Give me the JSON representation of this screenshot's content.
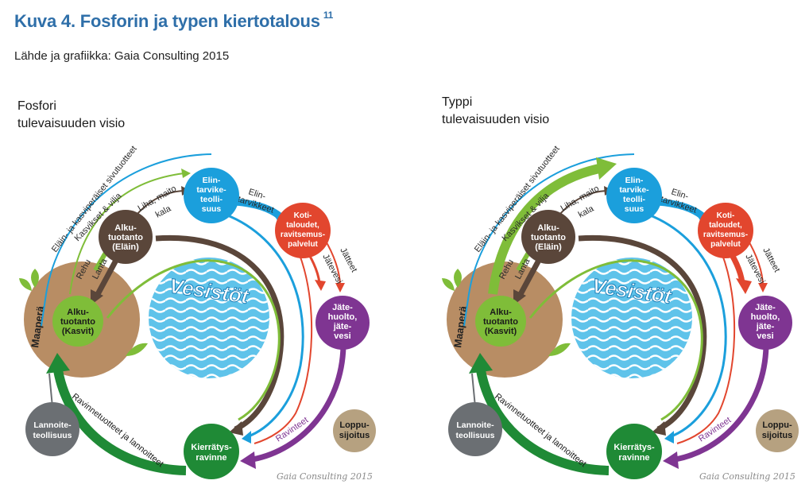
{
  "figure": {
    "title": "Kuva 4. Fosforin ja typen kiertotalous",
    "footnote": "11",
    "source": "Lähde ja grafiikka: Gaia Consulting 2015"
  },
  "colors": {
    "title": "#2f6fa9",
    "soil": "#b88d64",
    "water": "#5fc3ea",
    "elin": "#1b9fdc",
    "koti": "#e2462e",
    "jate": "#7f3592",
    "kierratys": "#1f8a36",
    "kasvit": "#7fbd39",
    "elain": "#5a463a",
    "lannoite": "#6b6f73",
    "loppu": "#b6a180",
    "leaf": "#7fbd39"
  },
  "diagrams": [
    {
      "label_line1": "Fosfori",
      "label_line2": "tulevaisuuden visio",
      "nodes": {
        "maapera": "Maaperä",
        "vesistot": "Vesistöt",
        "kasvit_l1": "Alku-",
        "kasvit_l2": "tuotanto",
        "kasvit_l3": "(Kasvit)",
        "elain_l1": "Alku-",
        "elain_l2": "tuotanto",
        "elain_l3": "(Eläin)",
        "elin_l1": "Elin-",
        "elin_l2": "tarvike-",
        "elin_l3": "teolli-",
        "elin_l4": "suus",
        "koti_l1": "Koti-",
        "koti_l2": "taloudet,",
        "koti_l3": "ravitsemus-",
        "koti_l4": "palvelut",
        "jate_l1": "Jäte-",
        "jate_l2": "huolto,",
        "jate_l3": "jäte-",
        "jate_l4": "vesi",
        "kierr_l1": "Kierrätys-",
        "kierr_l2": "ravinne",
        "lannoite_l1": "Lannoite-",
        "lannoite_l2": "teollisuus",
        "loppu_l1": "Loppu-",
        "loppu_l2": "sijoitus"
      },
      "flows": {
        "sivutuotteet": "Eläin- ja kasviperäiset sivutuotteet",
        "kasvikset": "Kasvikset & vilja",
        "liha": "Liha, maito",
        "kala": "kala",
        "elintarvikkeet_l1": "Elin-",
        "elintarvikkeet_l2": "tarvikkeet",
        "jatteet": "Jätteet",
        "jatevesi": "Jätevesi",
        "ravinteet": "Ravinteet",
        "rehu": "Rehu",
        "lanta": "Lanta",
        "ravinnetuotteet": "Ravinnetuotteet ja lannoitteet"
      },
      "credit": "Gaia Consulting 2015"
    },
    {
      "label_line1": "Typpi",
      "label_line2": "tulevaisuuden visio",
      "nodes": {
        "maapera": "Maaperä",
        "vesistot": "Vesistöt",
        "kasvit_l1": "Alku-",
        "kasvit_l2": "tuotanto",
        "kasvit_l3": "(Kasvit)",
        "elain_l1": "Alku-",
        "elain_l2": "tuotanto",
        "elain_l3": "(Eläin)",
        "elin_l1": "Elin-",
        "elin_l2": "tarvike-",
        "elin_l3": "teolli-",
        "elin_l4": "suus",
        "koti_l1": "Koti-",
        "koti_l2": "taloudet,",
        "koti_l3": "ravitsemus-",
        "koti_l4": "palvelut",
        "jate_l1": "Jäte-",
        "jate_l2": "huolto,",
        "jate_l3": "jäte-",
        "jate_l4": "vesi",
        "kierr_l1": "Kierrätys-",
        "kierr_l2": "ravinne",
        "lannoite_l1": "Lannoite-",
        "lannoite_l2": "teollisuus",
        "loppu_l1": "Loppu-",
        "loppu_l2": "sijoitus"
      },
      "flows": {
        "sivutuotteet": "Eläin- ja kasviperäiset sivutuotteet",
        "kasvikset": "Kasvikset & vilja",
        "liha": "Liha, maito",
        "kala": "kala",
        "elintarvikkeet_l1": "Elin-",
        "elintarvikkeet_l2": "tarvikkeet",
        "jatteet": "Jätteet",
        "jatevesi": "Jätevesi",
        "ravinteet": "Ravinteet",
        "rehu": "Rehu",
        "lanta": "Lanta",
        "ravinnetuotteet": "Ravinnetuotteet ja lannoitteet"
      },
      "credit": "Gaia Consulting 2015"
    }
  ]
}
